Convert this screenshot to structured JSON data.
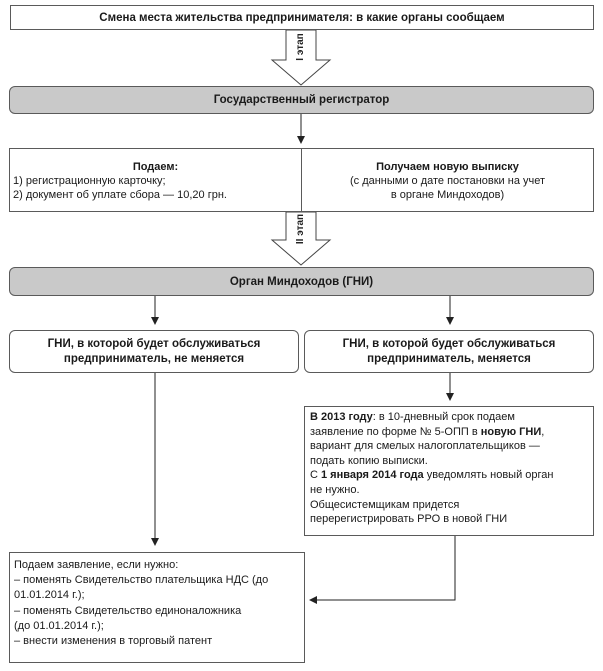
{
  "header": {
    "title": "Смена места жительства предпринимателя: в какие органы сообщаем"
  },
  "stage1": {
    "label": "I этап"
  },
  "registrar": {
    "title": "Государственный регистратор"
  },
  "submit": {
    "heading": "Подаем:",
    "line1": "1) регистрационную карточку;",
    "line2": "2) документ об уплате сбора — 10,20 грн."
  },
  "receive": {
    "heading": "Получаем новую выписку",
    "line1": "(с данными о дате постановки на учет",
    "line2": "в органе Миндоходов)"
  },
  "stage2": {
    "label": "II этап"
  },
  "authority": {
    "title": "Орган Миндоходов (ГНИ)"
  },
  "gni_same": {
    "line1": "ГНИ, в которой будет обслуживаться",
    "line2": "предприниматель, не меняется"
  },
  "gni_changes": {
    "line1": "ГНИ, в которой будет обслуживаться",
    "line2": "предприниматель, меняется"
  },
  "info": {
    "l1_bold": "В 2013 году",
    "l1_rest": ": в 10-дневный срок подаем",
    "l2a": "заявление по форме № 5-ОПП в ",
    "l2_bold": "новую ГНИ",
    "l2b": ",",
    "l3": "вариант для смелых налогоплательщиков —",
    "l4": "подать копию выписки.",
    "l5a": "С ",
    "l5_bold": "1 января 2014 года",
    "l5b": " уведомлять новый орган",
    "l6": "не нужно.",
    "l7": "Общесистемщикам придется",
    "l8": "перерегистрировать РРО в новой ГНИ"
  },
  "apply": {
    "l1": "Подаем заявление, если нужно:",
    "l2": "– поменять Свидетельство плательщика НДС (до",
    "l3": "01.01.2014 г.);",
    "l4": "– поменять Свидетельство единоналожника",
    "l5": "(до 01.01.2014 г.);",
    "l6": "– внести изменения в торговый патент"
  }
}
